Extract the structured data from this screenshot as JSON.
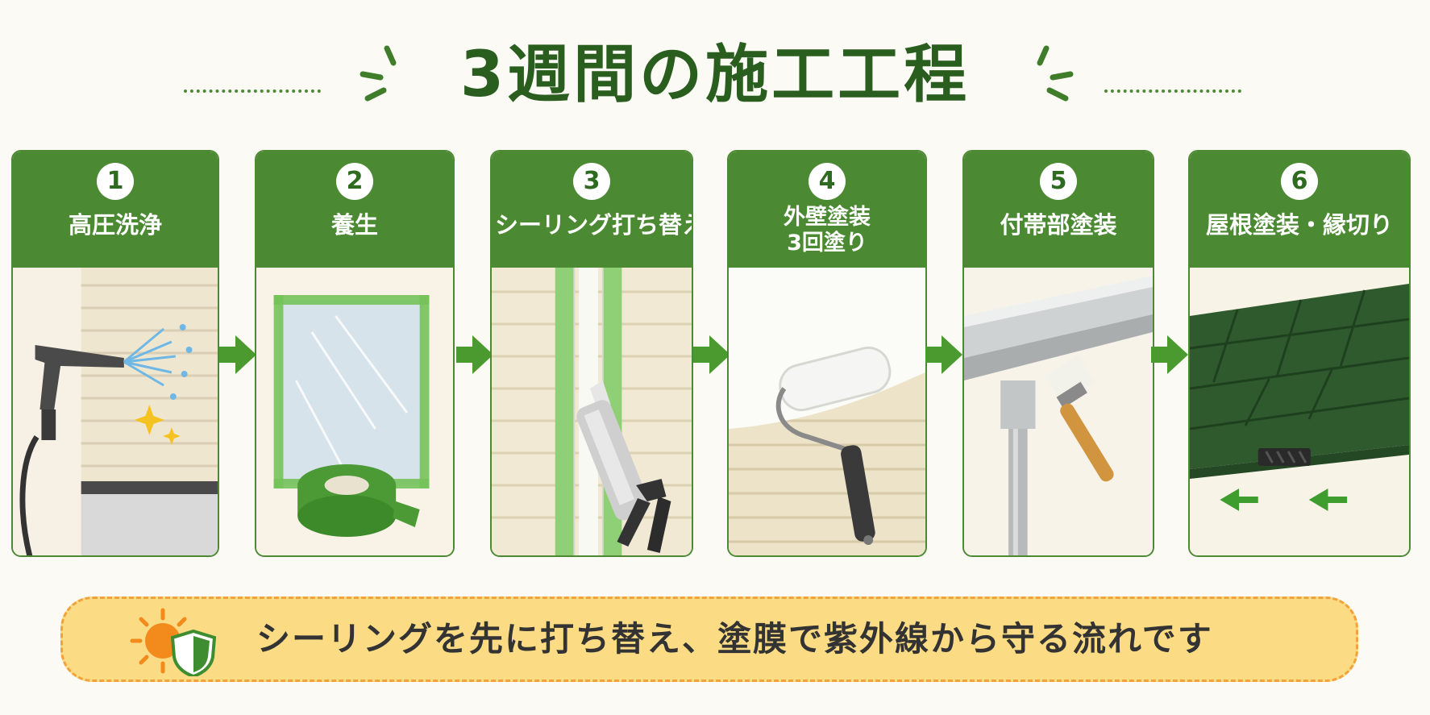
{
  "header": {
    "title": "3週間の施工工程"
  },
  "steps": [
    {
      "number": "1",
      "label": "高圧洗浄",
      "label2": "",
      "icon": "pressure-washer-icon"
    },
    {
      "number": "2",
      "label": "養生",
      "label2": "",
      "icon": "masking-tape-icon"
    },
    {
      "number": "3",
      "label": "シーリング打ち替え",
      "label2": "",
      "icon": "caulking-gun-icon"
    },
    {
      "number": "4",
      "label": "外壁塗装",
      "label2": "3回塗り",
      "icon": "paint-roller-icon"
    },
    {
      "number": "5",
      "label": "付帯部塗装",
      "label2": "",
      "icon": "paint-brush-icon"
    },
    {
      "number": "6",
      "label": "屋根塗装・縁切り",
      "label2": "",
      "icon": "roof-icon"
    }
  ],
  "banner": {
    "text": "シーリングを先に打ち替え、塗膜で紫外線から守る流れです",
    "icon": "sun-shield-icon"
  },
  "colors": {
    "primary_green": "#4b8a32",
    "title_green": "#2a5e1e",
    "banner_fill": "#fbdc84",
    "banner_border": "#f2a23a",
    "background": "#fbfaf5"
  }
}
